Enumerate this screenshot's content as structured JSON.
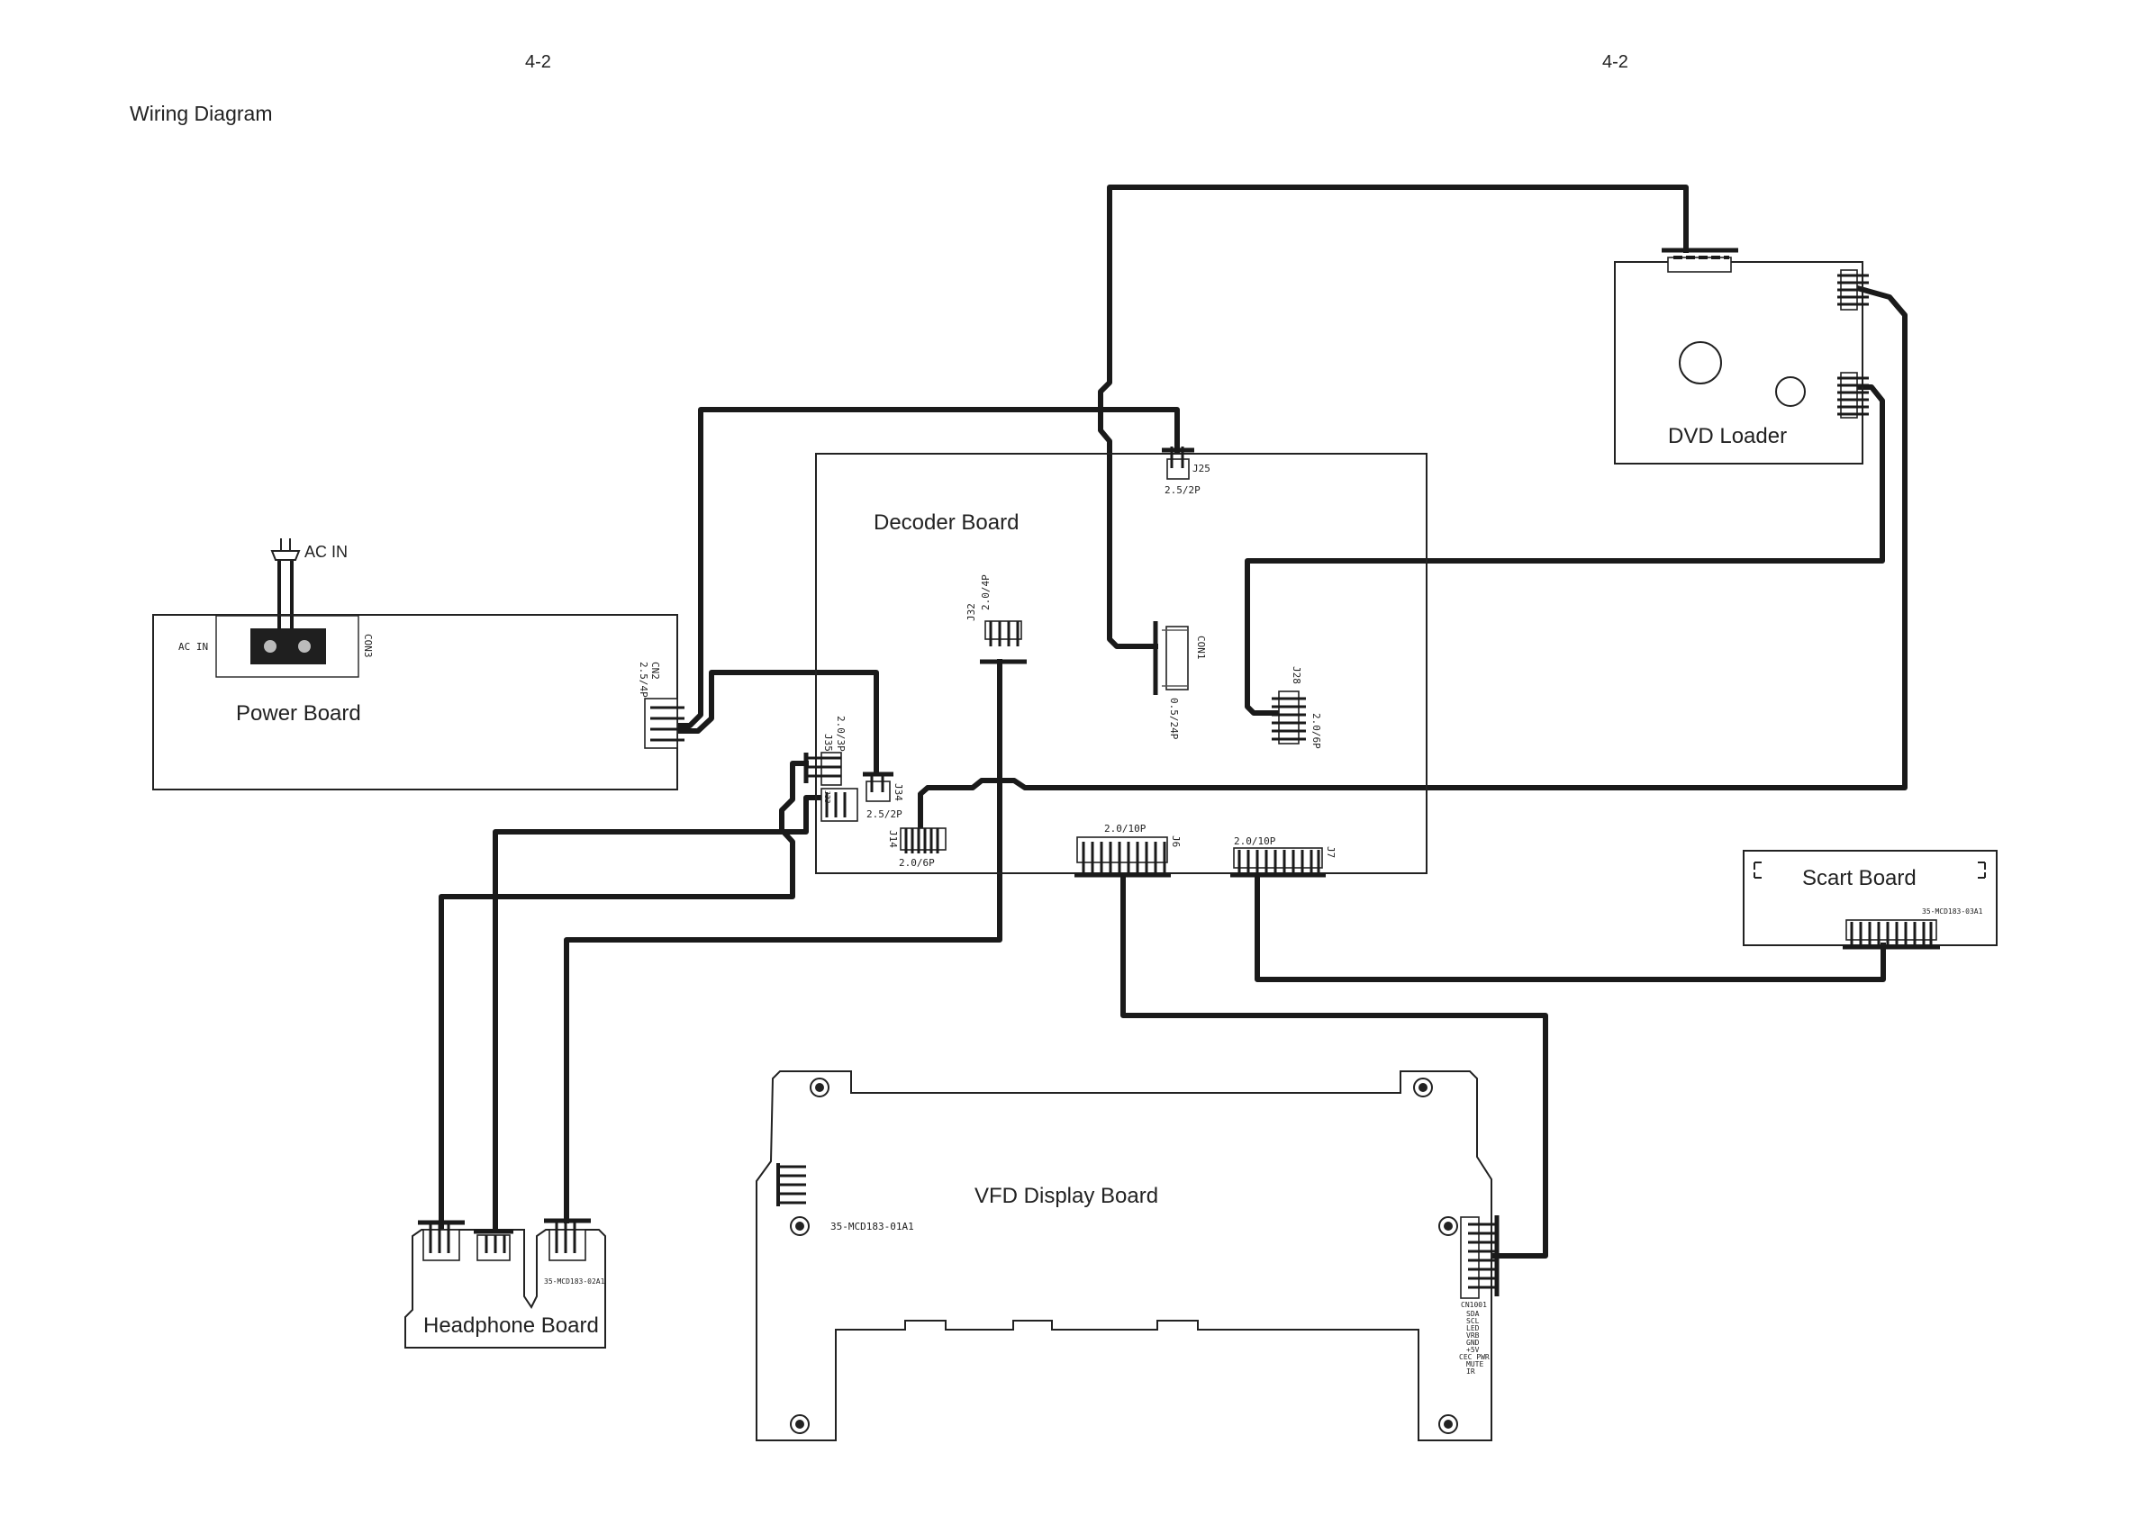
{
  "header": {
    "page_num_left": "4-2",
    "page_num_right": "4-2",
    "title": "Wiring Diagram"
  },
  "boards": {
    "power": {
      "label": "Power Board",
      "ac_in_text": "AC IN",
      "cn_text": "CON3"
    },
    "decoder": {
      "label": "Decoder Board"
    },
    "dvd_loader": {
      "label": "DVD Loader"
    },
    "scart": {
      "label": "Scart Board",
      "pcb_code": "35-MCD183-03A1"
    },
    "headphone": {
      "label": "Headphone Board",
      "pcb_code": "35-MCD183-02A1"
    },
    "vfd": {
      "label": "VFD Display Board",
      "pcb_code": "35-MCD183-01A1",
      "cn_text": "CN1001",
      "pin_labels": [
        "SDA",
        "SCL",
        "LED",
        "VRB",
        "GND",
        "+5V",
        "CEC PWR",
        "MUTE",
        "IR"
      ]
    }
  },
  "ac_in": {
    "label": "AC IN"
  },
  "connectors": {
    "cn2": {
      "name": "CN2",
      "spec": "2.5/4P"
    },
    "j25": {
      "name": "J25",
      "spec": "2.5/2P"
    },
    "j32": {
      "name": "J32",
      "spec": "2.0/4P"
    },
    "con1": {
      "name": "CON1",
      "spec": "0.5/24P"
    },
    "j28": {
      "name": "J28",
      "spec": "2.0/6P"
    },
    "j35": {
      "name": "J35",
      "spec": "2.0/3P"
    },
    "j34": {
      "name": "J34",
      "spec": "2.5/2P"
    },
    "j33": {
      "name": "J33"
    },
    "j14": {
      "name": "J14",
      "spec": "2.0/6P"
    },
    "j6": {
      "name": "J6",
      "spec": "2.0/10P"
    },
    "j7": {
      "name": "J7",
      "spec": "2.0/10P"
    }
  }
}
